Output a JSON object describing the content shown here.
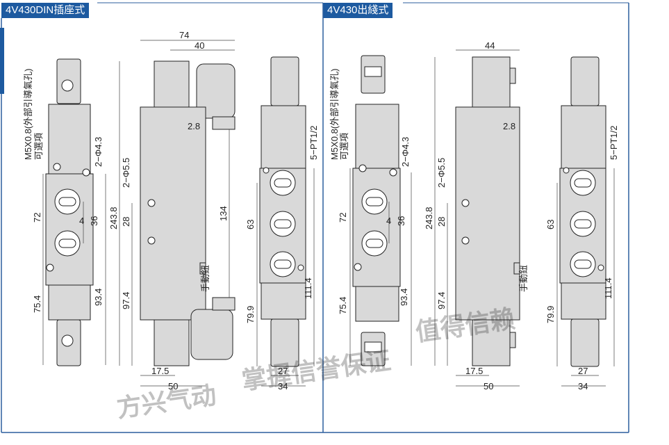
{
  "colors": {
    "accent": "#1d5aa0",
    "body": "#d9d9d9",
    "line": "#222222",
    "frame": "#2b5e9e"
  },
  "panels": [
    {
      "title": "4V430DIN插座式"
    },
    {
      "title": "4V430出綫式"
    }
  ],
  "left": {
    "side_note": "M5X0.8(外部引導氣孔)",
    "side_note2": "可選項",
    "d_top": "2−Φ4.3",
    "d_mid": "2−Φ5.5",
    "d_port": "5−PT1/2",
    "w74": "74",
    "w40": "40",
    "w28b": "2.8",
    "h72": "72",
    "h4": "4",
    "h36": "36",
    "h75": "75.4",
    "h93": "93.4",
    "h243": "243.8",
    "h28": "28",
    "h97": "97.4",
    "h134": "134",
    "h63": "63",
    "h79": "79.9",
    "h111": "111.4",
    "w17": "17.5",
    "w50": "50",
    "w27": "27",
    "w34": "34",
    "manual": "手動鈕"
  },
  "right": {
    "side_note": "M5X0.8(外部引導氣孔)",
    "side_note2": "可選項",
    "d_top": "2−Φ4.3",
    "d_mid": "2−Φ5.5",
    "d_port": "5−PT1/2",
    "w44": "44",
    "w28b": "2.8",
    "h72": "72",
    "h4": "4",
    "h36": "36",
    "h75": "75.4",
    "h93": "93.4",
    "h243": "243.8",
    "h28": "28",
    "h97": "97.4",
    "h63": "63",
    "h79": "79.9",
    "h111": "111.4",
    "w17": "17.5",
    "w50": "50",
    "w27": "27",
    "w34": "34",
    "manual": "手動鈕"
  },
  "watermarks": {
    "left": "方兴气动",
    "center": "掌握信誉保证",
    "right": "值得信赖"
  }
}
